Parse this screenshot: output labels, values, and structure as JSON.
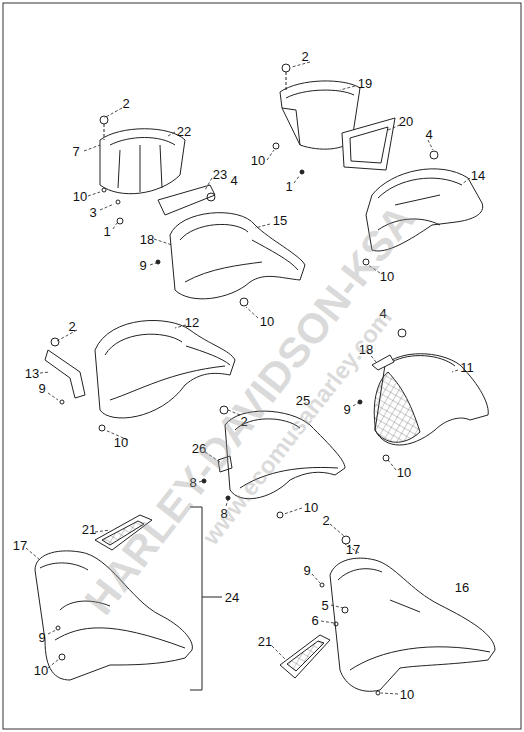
{
  "diagram": {
    "labels": [
      "2",
      "19",
      "20",
      "4",
      "10",
      "1",
      "14",
      "10",
      "2",
      "22",
      "7",
      "23",
      "4",
      "10",
      "3",
      "1",
      "15",
      "18",
      "9",
      "10",
      "2",
      "12",
      "4",
      "18",
      "11",
      "13",
      "9",
      "9",
      "10",
      "2",
      "25",
      "26",
      "8",
      "8",
      "10",
      "10",
      "21",
      "17",
      "24",
      "9",
      "10",
      "2",
      "17",
      "9",
      "16",
      "5",
      "6",
      "21",
      "10",
      "HARLEY-DAVIDSON-KSA",
      "www.ecomusaharley.com"
    ]
  }
}
